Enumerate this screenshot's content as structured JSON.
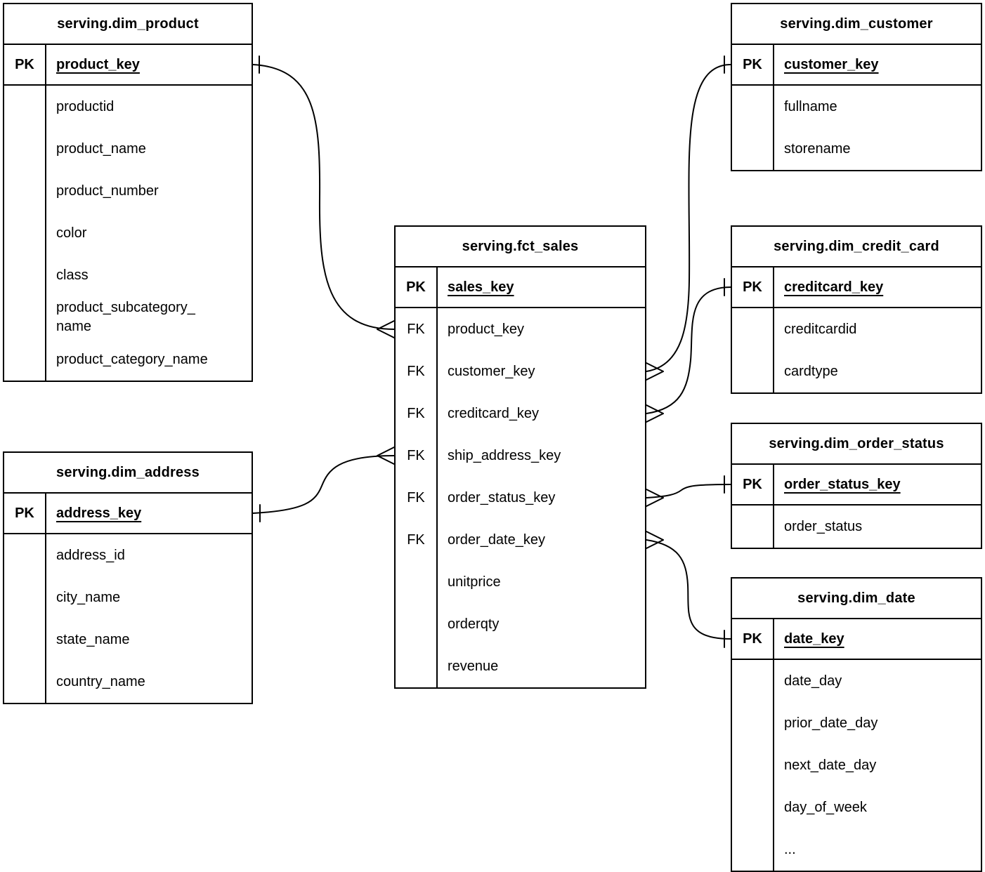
{
  "diagram": {
    "type": "entity-relationship",
    "line_color": "#000000",
    "background_color": "#ffffff",
    "tables": {
      "dim_product": {
        "title": "serving.dim_product",
        "pk": {
          "tag": "PK",
          "name": "product_key"
        },
        "rows": [
          {
            "tag": "",
            "name": "productid"
          },
          {
            "tag": "",
            "name": "product_name"
          },
          {
            "tag": "",
            "name": "product_number"
          },
          {
            "tag": "",
            "name": "color"
          },
          {
            "tag": "",
            "name": "class"
          },
          {
            "tag": "",
            "name": "product_subcategory_\nname"
          },
          {
            "tag": "",
            "name": "product_category_name"
          }
        ]
      },
      "dim_address": {
        "title": "serving.dim_address",
        "pk": {
          "tag": "PK",
          "name": "address_key"
        },
        "rows": [
          {
            "tag": "",
            "name": "address_id"
          },
          {
            "tag": "",
            "name": "city_name"
          },
          {
            "tag": "",
            "name": "state_name"
          },
          {
            "tag": "",
            "name": "country_name"
          }
        ]
      },
      "fct_sales": {
        "title": "serving.fct_sales",
        "pk": {
          "tag": "PK",
          "name": "sales_key"
        },
        "rows": [
          {
            "tag": "FK",
            "name": "product_key"
          },
          {
            "tag": "FK",
            "name": "customer_key"
          },
          {
            "tag": "FK",
            "name": "creditcard_key"
          },
          {
            "tag": "FK",
            "name": "ship_address_key"
          },
          {
            "tag": "FK",
            "name": "order_status_key"
          },
          {
            "tag": "FK",
            "name": "order_date_key"
          },
          {
            "tag": "",
            "name": "unitprice"
          },
          {
            "tag": "",
            "name": "orderqty"
          },
          {
            "tag": "",
            "name": "revenue"
          }
        ]
      },
      "dim_customer": {
        "title": "serving.dim_customer",
        "pk": {
          "tag": "PK",
          "name": "customer_key"
        },
        "rows": [
          {
            "tag": "",
            "name": "fullname"
          },
          {
            "tag": "",
            "name": "storename"
          }
        ]
      },
      "dim_credit_card": {
        "title": "serving.dim_credit_card",
        "pk": {
          "tag": "PK",
          "name": "creditcard_key"
        },
        "rows": [
          {
            "tag": "",
            "name": "creditcardid"
          },
          {
            "tag": "",
            "name": "cardtype"
          }
        ]
      },
      "dim_order_status": {
        "title": "serving.dim_order_status",
        "pk": {
          "tag": "PK",
          "name": "order_status_key"
        },
        "rows": [
          {
            "tag": "",
            "name": "order_status"
          }
        ]
      },
      "dim_date": {
        "title": "serving.dim_date",
        "pk": {
          "tag": "PK",
          "name": "date_key"
        },
        "rows": [
          {
            "tag": "",
            "name": "date_day"
          },
          {
            "tag": "",
            "name": "prior_date_day"
          },
          {
            "tag": "",
            "name": "next_date_day"
          },
          {
            "tag": "",
            "name": "day_of_week"
          },
          {
            "tag": "",
            "name": "..."
          }
        ]
      }
    },
    "relationships": [
      {
        "from": "serving.fct_sales.product_key",
        "to": "serving.dim_product.product_key",
        "from_cardinality": "many",
        "to_cardinality": "one"
      },
      {
        "from": "serving.fct_sales.customer_key",
        "to": "serving.dim_customer.customer_key",
        "from_cardinality": "many",
        "to_cardinality": "one"
      },
      {
        "from": "serving.fct_sales.creditcard_key",
        "to": "serving.dim_credit_card.creditcard_key",
        "from_cardinality": "many",
        "to_cardinality": "one"
      },
      {
        "from": "serving.fct_sales.ship_address_key",
        "to": "serving.dim_address.address_key",
        "from_cardinality": "many",
        "to_cardinality": "one"
      },
      {
        "from": "serving.fct_sales.order_status_key",
        "to": "serving.dim_order_status.order_status_key",
        "from_cardinality": "many",
        "to_cardinality": "one"
      },
      {
        "from": "serving.fct_sales.order_date_key",
        "to": "serving.dim_date.date_key",
        "from_cardinality": "many",
        "to_cardinality": "one"
      }
    ]
  }
}
